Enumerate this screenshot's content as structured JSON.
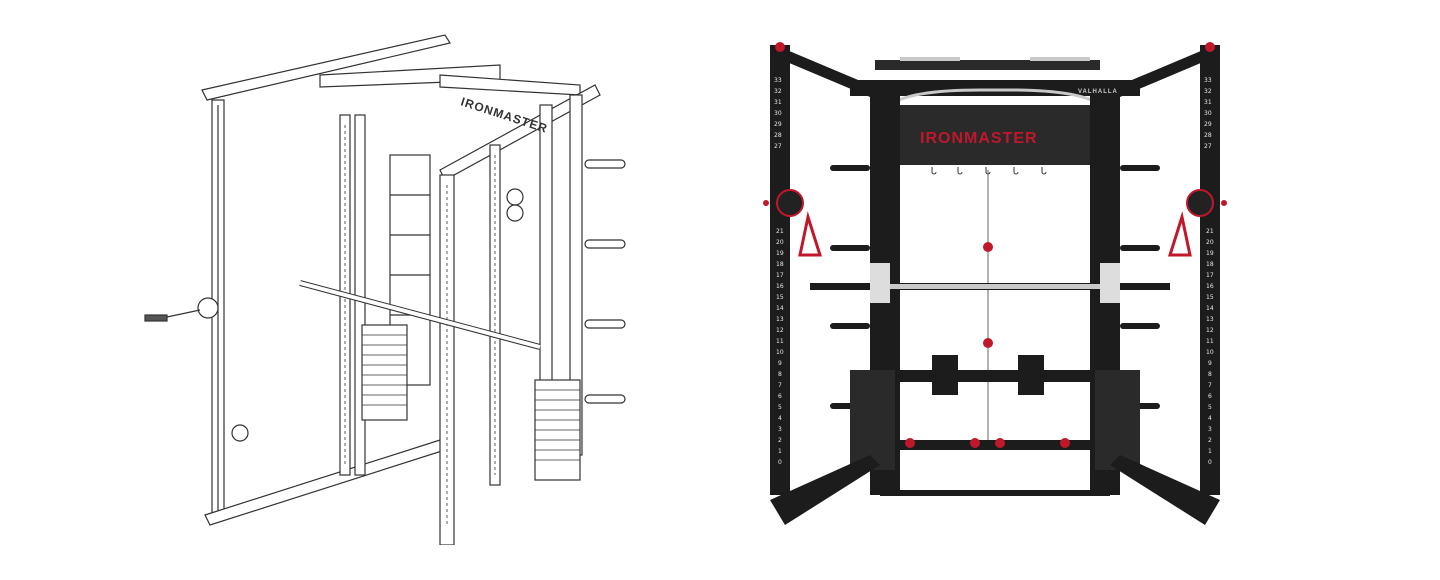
{
  "image": {
    "layout": "two product views side by side on white background",
    "left_panel": {
      "type": "line-drawing",
      "subject": "isometric sketch of smith machine / power rack combo",
      "brand_text": "IRONMASTER"
    },
    "right_panel": {
      "type": "product-photo",
      "subject": "front view of black smith machine with dual cable pulleys",
      "brand_text": "IRONMASTER",
      "sub_brand_text": "VALHALLA",
      "height_scale_labels": [
        "33",
        "32",
        "31",
        "30",
        "29",
        "28",
        "27",
        "21",
        "20",
        "19",
        "18",
        "17",
        "16",
        "15",
        "14",
        "13",
        "12",
        "11",
        "10",
        "9",
        "8",
        "7",
        "6",
        "5",
        "4",
        "3",
        "2",
        "1",
        "0"
      ]
    }
  },
  "colors": {
    "background": "#ffffff",
    "frame": "#1c1c1c",
    "accent": "#c0182a",
    "chrome": "#c9c9c9",
    "sketch_line": "#333333"
  }
}
